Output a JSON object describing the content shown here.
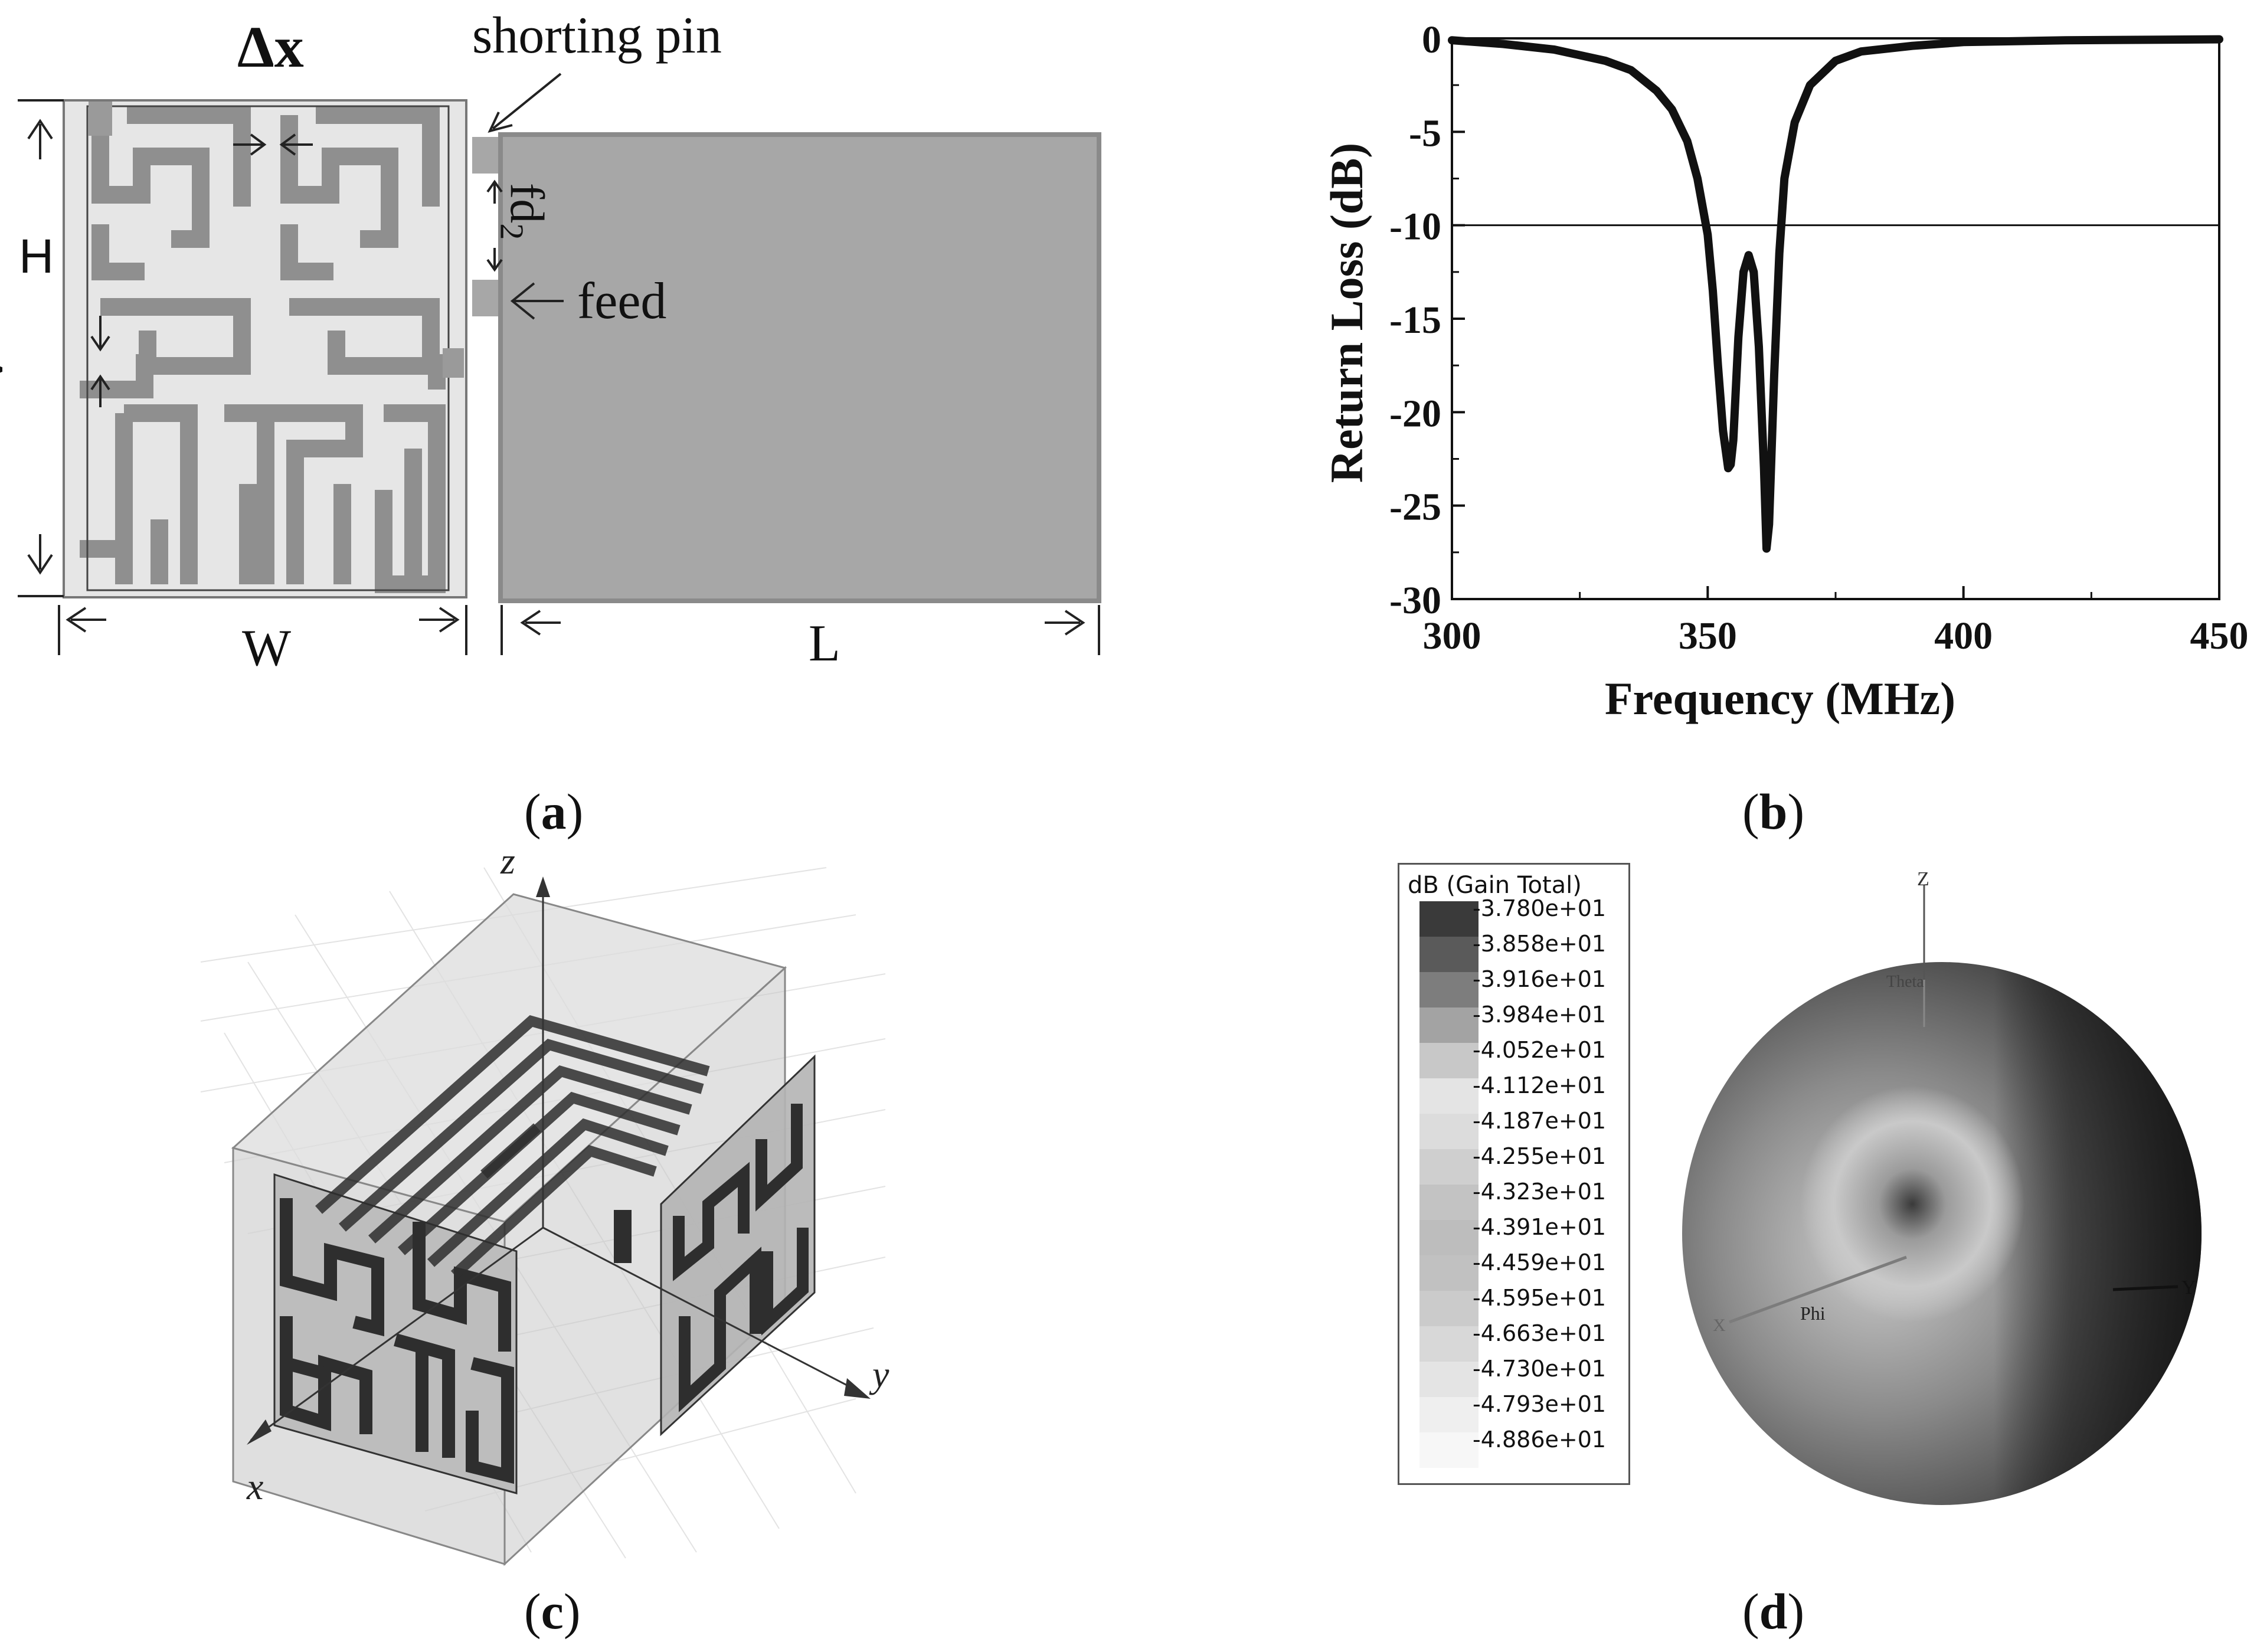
{
  "panel_a": {
    "delta_x": "Δx",
    "shorting_pin": "shorting pin",
    "h": "H",
    "delta_y": "Δy",
    "fd2": "fd",
    "fd2_sub": "2",
    "feed": "feed",
    "w": "W",
    "l": "L",
    "caption": "a"
  },
  "panel_b": {
    "caption": "b"
  },
  "panel_c": {
    "z": "z",
    "y": "y",
    "x": "x",
    "caption": "c"
  },
  "panel_d": {
    "legend_title": "dB (Gain Total)",
    "legend": [
      {
        "value": "-3.780e+01",
        "color": "#3a3a3a"
      },
      {
        "value": "-3.858e+01",
        "color": "#5a5a5a"
      },
      {
        "value": "-3.916e+01",
        "color": "#7d7d7d"
      },
      {
        "value": "-3.984e+01",
        "color": "#a3a3a3"
      },
      {
        "value": "-4.052e+01",
        "color": "#c8c8c8"
      },
      {
        "value": "-4.112e+01",
        "color": "#e4e4e4"
      },
      {
        "value": "-4.187e+01",
        "color": "#dcdcdc"
      },
      {
        "value": "-4.255e+01",
        "color": "#cfcfcf"
      },
      {
        "value": "-4.323e+01",
        "color": "#c3c3c3"
      },
      {
        "value": "-4.391e+01",
        "color": "#bdbdbd"
      },
      {
        "value": "-4.459e+01",
        "color": "#c1c1c1"
      },
      {
        "value": "-4.595e+01",
        "color": "#cbcbcb"
      },
      {
        "value": "-4.663e+01",
        "color": "#d8d8d8"
      },
      {
        "value": "-4.730e+01",
        "color": "#e4e4e4"
      },
      {
        "value": "-4.793e+01",
        "color": "#efefef"
      },
      {
        "value": "-4.886e+01",
        "color": "#f7f7f7"
      }
    ],
    "z_label": "Z",
    "theta": "Theta",
    "phi": "Phi",
    "y_label": "Y",
    "x_label": "X",
    "caption": "d"
  },
  "chart_data": {
    "type": "line",
    "title": "",
    "xlabel": "Frequency (MHz)",
    "ylabel": "Return Loss (dB)",
    "xlim": [
      300,
      450
    ],
    "ylim": [
      -30,
      0
    ],
    "xticks": [
      300,
      350,
      400,
      450
    ],
    "yticks": [
      0,
      -5,
      -10,
      -15,
      -20,
      -25,
      -30
    ],
    "reference_line": -10,
    "series": [
      {
        "x": [
          300,
          310,
          320,
          330,
          335,
          340,
          343,
          346,
          348,
          350,
          351,
          352,
          353,
          354,
          354.5,
          355,
          356,
          357,
          358,
          359,
          360,
          361,
          361.5,
          362,
          363,
          364,
          365,
          367,
          370,
          375,
          380,
          390,
          400,
          420,
          450
        ],
        "y": [
          -0.1,
          -0.3,
          -0.6,
          -1.2,
          -1.7,
          -2.8,
          -3.8,
          -5.5,
          -7.5,
          -10.5,
          -13.5,
          -17.5,
          -21,
          -23,
          -22.8,
          -21.5,
          -16,
          -12.5,
          -11.6,
          -12.5,
          -16.5,
          -23,
          -27.3,
          -26,
          -18,
          -11.5,
          -7.5,
          -4.5,
          -2.5,
          -1.2,
          -0.7,
          -0.4,
          -0.2,
          -0.1,
          -0.05
        ]
      }
    ]
  }
}
